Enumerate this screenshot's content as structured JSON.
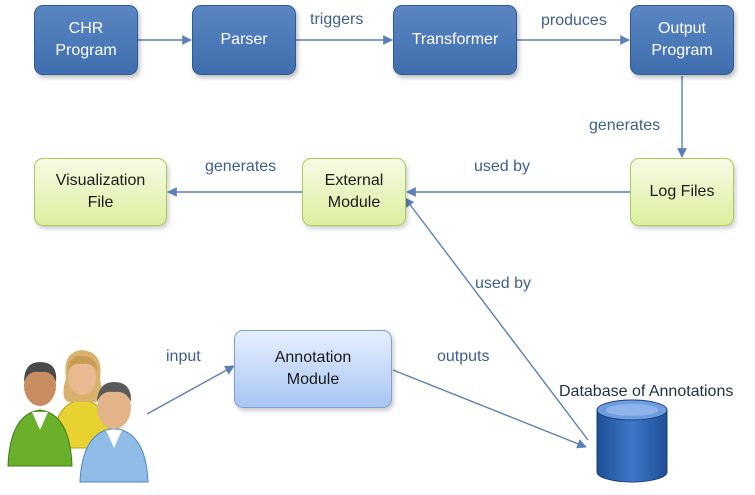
{
  "nodes": {
    "chr_program": "CHR\nProgram",
    "parser": "Parser",
    "transformer": "Transformer",
    "output_program": "Output\nProgram",
    "log_files": "Log Files",
    "external_module": "External\nModule",
    "visualization_file": "Visualization\nFile",
    "annotation_module": "Annotation\nModule",
    "database": "Database of Annotations"
  },
  "edges": {
    "triggers": "triggers",
    "produces": "produces",
    "generates_log": "generates",
    "used_by_log": "used by",
    "generates_vis": "generates",
    "used_by_db": "used by",
    "input": "input",
    "outputs": "outputs"
  },
  "colors": {
    "process": "#4a78b8",
    "artifact": "#e6f4b8",
    "annotation": "#c3d7f7",
    "arrow": "#5b7fb6"
  }
}
